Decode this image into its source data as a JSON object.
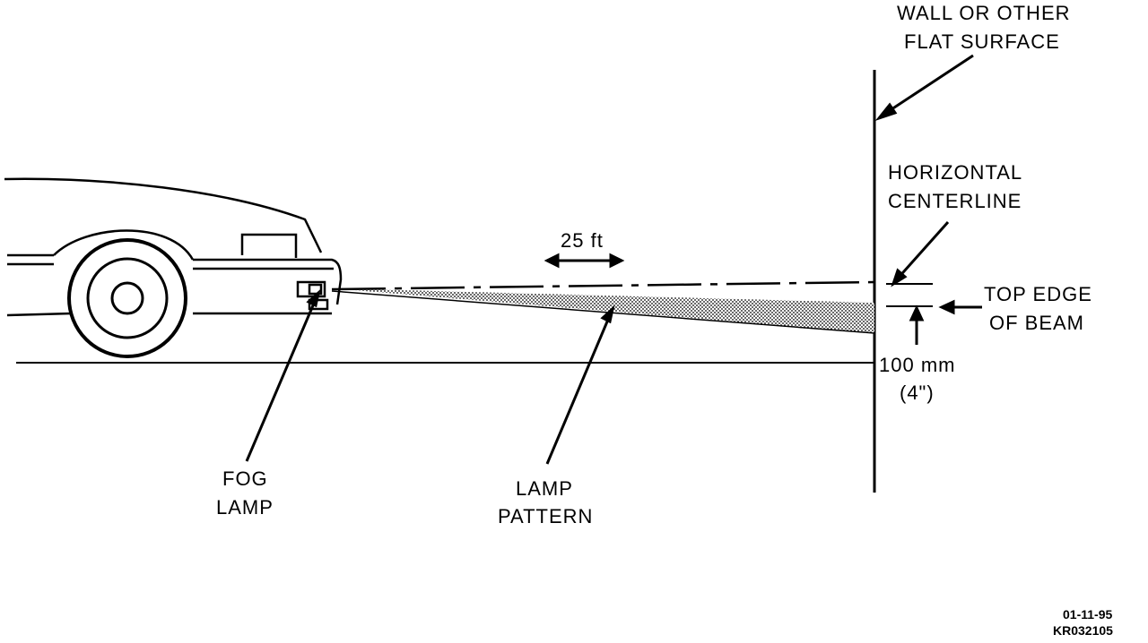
{
  "labels": {
    "wall_line1": "WALL OR OTHER",
    "wall_line2": "FLAT SURFACE",
    "horiz_line1": "HORIZONTAL",
    "horiz_line2": "CENTERLINE",
    "distance": "25 ft",
    "top_edge_line1": "TOP EDGE",
    "top_edge_line2": "OF BEAM",
    "offset_metric": "100 mm",
    "offset_imperial": "(4\")",
    "fog_line1": "FOG",
    "fog_line2": "LAMP",
    "pattern_line1": "LAMP",
    "pattern_line2": "PATTERN"
  },
  "figure_code": {
    "date": "01-11-95",
    "id": "KR032105"
  }
}
